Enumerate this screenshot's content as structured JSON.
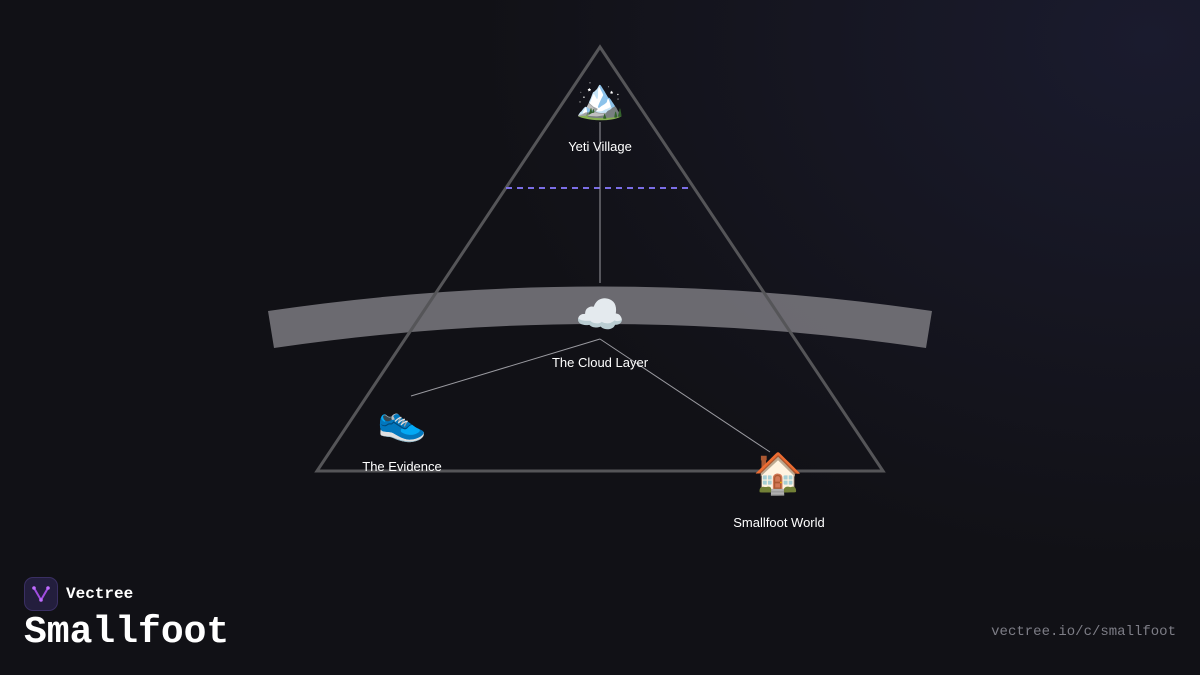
{
  "nodes": [
    {
      "id": "yeti-village",
      "label": "Yeti Village",
      "icon": "mountain-icon",
      "glyph": "🏔️"
    },
    {
      "id": "cloud-layer",
      "label": "The Cloud Layer",
      "icon": "cloud-icon",
      "glyph": "☁️"
    },
    {
      "id": "the-evidence",
      "label": "The Evidence",
      "icon": "sneaker-icon",
      "glyph": "👟"
    },
    {
      "id": "smallfoot-world",
      "label": "Smallfoot World",
      "icon": "house-icon",
      "glyph": "🏠"
    }
  ],
  "edges": [
    {
      "from": "yeti-village",
      "to": "cloud-layer"
    },
    {
      "from": "cloud-layer",
      "to": "the-evidence"
    },
    {
      "from": "cloud-layer",
      "to": "smallfoot-world"
    }
  ],
  "colors": {
    "background": "#111116",
    "triangle_stroke": "#555558",
    "cloud_band": "#7b7a80",
    "dashed_line": "#7b6ee6",
    "edge_line": "#9a9aa0",
    "logo_accent": "#a04de0"
  },
  "brand": {
    "name": "Vectree",
    "logo_icon": "vectree-logo-icon"
  },
  "title": "Smallfoot",
  "footer_url": "vectree.io/c/smallfoot"
}
